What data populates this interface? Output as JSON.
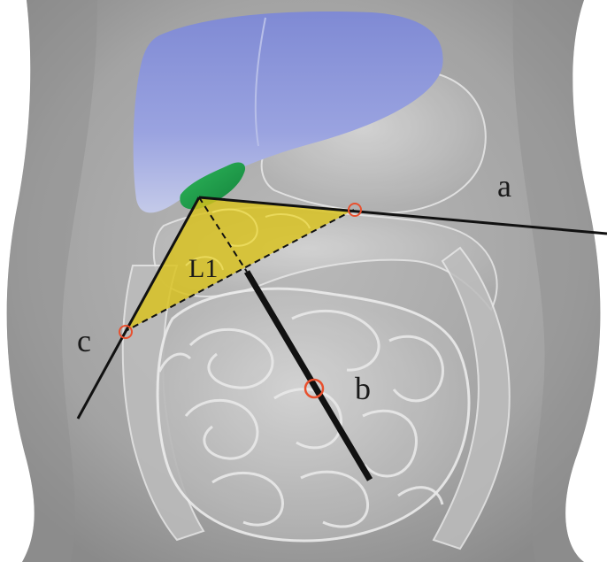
{
  "labels": {
    "a": "a",
    "b": "b",
    "c": "c",
    "region": "L1"
  },
  "colors": {
    "background": "#ffffff",
    "body": "#9e9e9e",
    "liver": "#8c97d8",
    "gallbladder": "#1e9e48",
    "region_fill": "#d9c21c",
    "line": "#111111",
    "marker": "#e8502e"
  }
}
